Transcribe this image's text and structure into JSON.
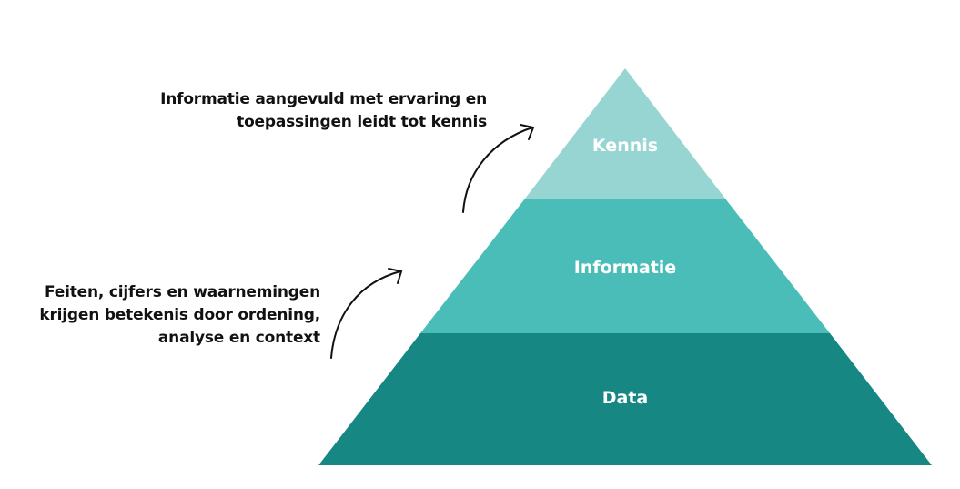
{
  "levels": [
    {
      "label": "Kennis",
      "color": "#97d5d3"
    },
    {
      "label": "Informatie",
      "color": "#4bbdb8"
    },
    {
      "label": "Data",
      "color": "#168782"
    }
  ],
  "notes": {
    "top": [
      "Informatie aangevuld met ervaring en",
      "toepassingen leidt tot kennis"
    ],
    "bottom": [
      "Feiten, cijfers en waarnemingen",
      "krijgen betekenis door ordening,",
      "analyse en context"
    ]
  }
}
